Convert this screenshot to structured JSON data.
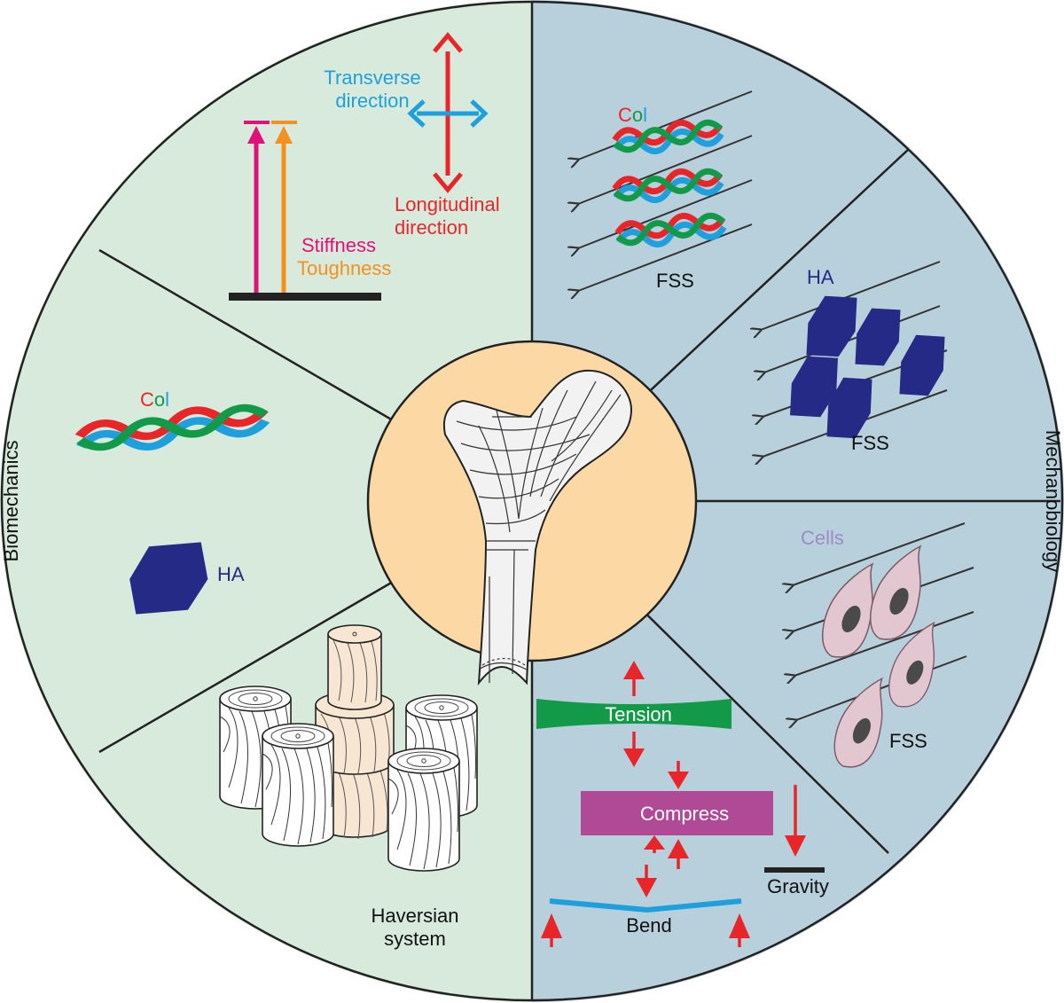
{
  "side_labels": {
    "left": "Biomechanics",
    "right": "Mechanobiology"
  },
  "colors": {
    "left_bg": "#d7eadc",
    "right_bg": "#b8d0dc",
    "center": "#fcd9a4",
    "red": "#e8262a",
    "blue": "#1fa0dc",
    "green": "#139a48",
    "magenta": "#e0117a",
    "orange": "#f4901e",
    "navy": "#252a86",
    "lavender": "#9b8cc4",
    "purple_bar": "#b04a97",
    "cell_fill": "#e3c7d0",
    "nucleus": "#4a4a4a"
  },
  "biomechanics": {
    "properties": {
      "transverse": {
        "line1": "Transverse",
        "line2": "direction"
      },
      "longitudinal": {
        "line1": "Longitudinal",
        "line2": "direction"
      },
      "stiffness": "Stiffness",
      "toughness": "Toughness"
    },
    "composition": {
      "col_c": "C",
      "col_o": "o",
      "col_l": "l",
      "ha": "HA"
    },
    "haversian": {
      "line1": "Haversian",
      "line2": "system"
    }
  },
  "mechanobiology": {
    "collagen": {
      "col_c": "C",
      "col_o": "o",
      "col_l": "l",
      "fss": "FSS"
    },
    "hydroxyapatite": {
      "ha": "HA",
      "fss": "FSS"
    },
    "cells": {
      "cells": "Cells",
      "fss": "FSS"
    },
    "loading": {
      "tension": "Tension",
      "compress": "Compress",
      "gravity": "Gravity",
      "bend": "Bend"
    }
  },
  "icons": [
    "femur-icon",
    "collagen-helix-icon",
    "hydroxyapatite-crystal-icon",
    "osteon-cylinder-icon",
    "bone-cell-icon",
    "double-arrow-icon",
    "fluid-shear-arrow-icon",
    "force-arrow-icon"
  ]
}
